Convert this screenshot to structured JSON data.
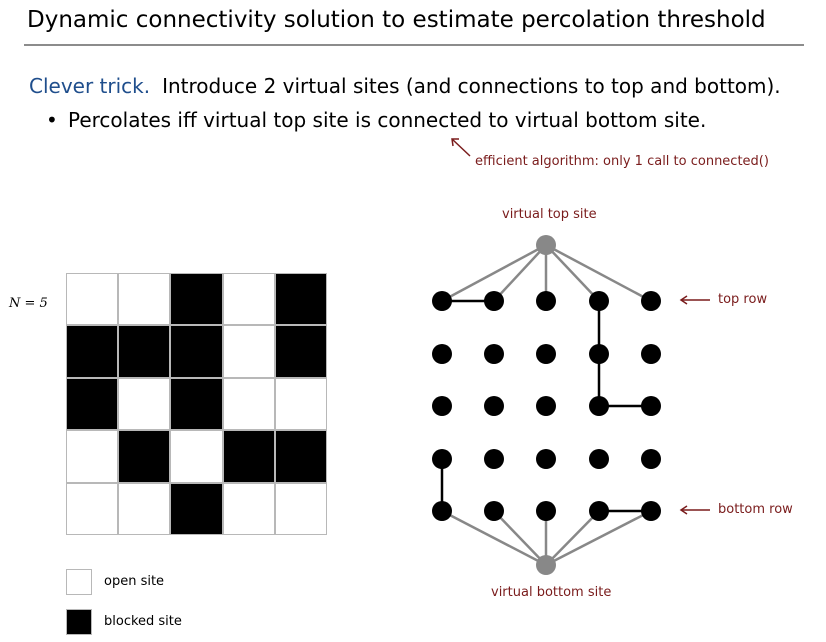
{
  "title": "Dynamic connectivity solution to estimate percolation threshold",
  "lead": "Clever trick.",
  "line1_text": "Introduce 2 virtual sites (and connections to top and bottom).",
  "bullet_glyph": "•",
  "bullet_text": "Percolates iff virtual top site is connected to virtual bottom site.",
  "annotation": "efficient algorithm: only 1 call to connected()",
  "n_label": "N = 5",
  "grid": [
    [
      "open",
      "open",
      "blocked",
      "open",
      "blocked"
    ],
    [
      "blocked",
      "blocked",
      "blocked",
      "open",
      "blocked"
    ],
    [
      "blocked",
      "open",
      "blocked",
      "open",
      "open"
    ],
    [
      "open",
      "blocked",
      "open",
      "blocked",
      "blocked"
    ],
    [
      "open",
      "open",
      "blocked",
      "open",
      "open"
    ]
  ],
  "legend": {
    "open": "open site",
    "blocked": "blocked site"
  },
  "graph": {
    "virtual_top_label": "virtual top site",
    "virtual_bottom_label": "virtual bottom site",
    "top_row_label": "top row",
    "bottom_row_label": "bottom row",
    "edges": [
      [
        [
          0,
          0
        ],
        [
          0,
          1
        ]
      ],
      [
        [
          0,
          3
        ],
        [
          1,
          3
        ]
      ],
      [
        [
          1,
          3
        ],
        [
          2,
          3
        ]
      ],
      [
        [
          2,
          3
        ],
        [
          2,
          4
        ]
      ],
      [
        [
          3,
          0
        ],
        [
          4,
          0
        ]
      ],
      [
        [
          4,
          3
        ],
        [
          4,
          4
        ]
      ]
    ]
  },
  "colors": {
    "accent": "#1f4e8c",
    "annotation": "#7a1c1c",
    "virtual_site": "#888888",
    "virtual_edge": "#888888",
    "site": "#000000"
  }
}
